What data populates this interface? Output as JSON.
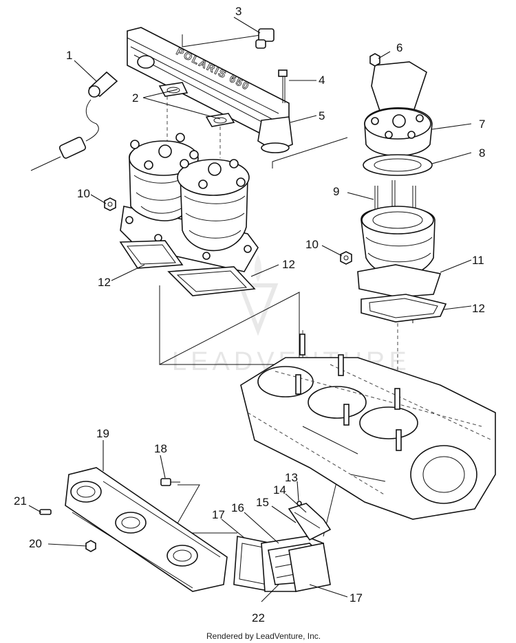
{
  "diagram": {
    "callouts": {
      "c1": "1",
      "c2": "2",
      "c3": "3",
      "c4": "4",
      "c5": "5",
      "c6": "6",
      "c7": "7",
      "c8": "8",
      "c9": "9",
      "c10a": "10",
      "c10b": "10",
      "c11": "11",
      "c12a": "12",
      "c12b": "12",
      "c12c": "12",
      "c13": "13",
      "c14": "14",
      "c15": "15",
      "c16": "16",
      "c17a": "17",
      "c17b": "17",
      "c18": "18",
      "c19": "19",
      "c20": "20",
      "c21": "21",
      "c22": "22"
    },
    "exhaust_emboss": "POLARIS 650",
    "watermark": "LEADVENTURE",
    "footer": "Rendered by LeadVenture, Inc."
  }
}
